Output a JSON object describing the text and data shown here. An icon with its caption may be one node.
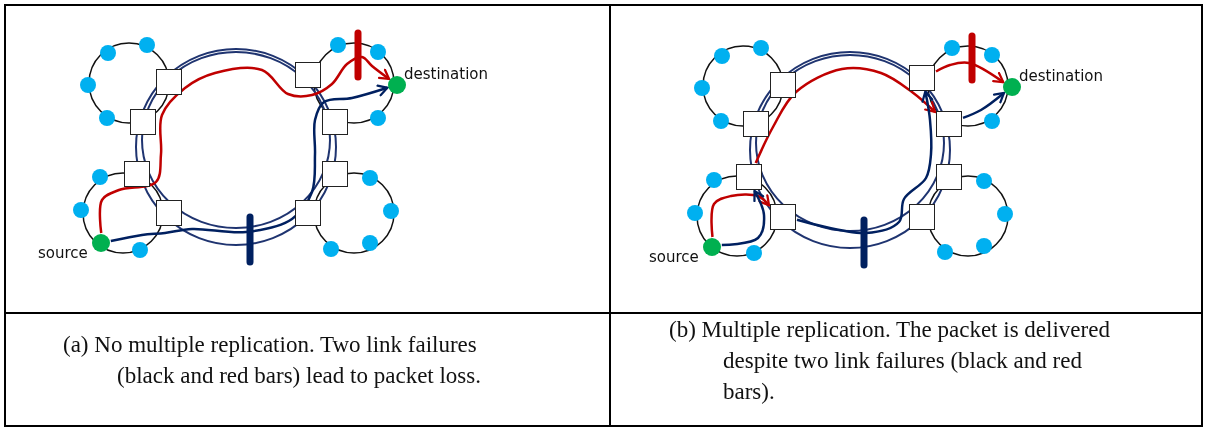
{
  "diagram": {
    "nodes": [
      {
        "text": [],
        "shape": "box"
      },
      {
        "text": [],
        "shape": "box"
      },
      {
        "text": [],
        "shape": "box"
      },
      {
        "text": [],
        "shape": "box"
      },
      {
        "text": [],
        "shape": "box"
      },
      {
        "text": [],
        "shape": "box"
      },
      {
        "text": [],
        "shape": "box"
      },
      {
        "text": [],
        "shape": "box"
      },
      {
        "text": [],
        "shape": "circle",
        "beside": [
          "destination"
        ]
      },
      {
        "text": [],
        "shape": "circle",
        "beside": [
          "source"
        ]
      },
      {
        "text": [],
        "shape": "box"
      },
      {
        "text": [],
        "shape": "box"
      },
      {
        "text": [],
        "shape": "box"
      },
      {
        "text": [],
        "shape": "box"
      },
      {
        "text": [],
        "shape": "box"
      },
      {
        "text": [],
        "shape": "box"
      },
      {
        "text": [],
        "shape": "box"
      },
      {
        "text": [],
        "shape": "box"
      },
      {
        "text": [],
        "shape": "circle",
        "beside": [
          "destination"
        ]
      },
      {
        "text": [],
        "shape": "circle",
        "beside": [
          "source"
        ]
      }
    ],
    "edges": [
      {
        "from": 9,
        "to": 8,
        "arrow": "to",
        "color": "#c00000"
      },
      {
        "from": 9,
        "to": 8,
        "arrow": "to",
        "color": "#002060"
      },
      {
        "from": 19,
        "to": 16,
        "arrow": "to",
        "color": "#c00000"
      },
      {
        "from": 14,
        "to": 13,
        "arrow": "to",
        "color": "#c00000"
      },
      {
        "from": 10,
        "to": 18,
        "arrow": "to",
        "color": "#c00000"
      },
      {
        "from": 19,
        "to": 14,
        "arrow": "to",
        "color": "#002060"
      },
      {
        "from": 16,
        "to": 10,
        "arrow": "to",
        "color": "#002060"
      },
      {
        "from": 13,
        "to": 18,
        "arrow": "to",
        "color": "#002060"
      }
    ],
    "labels": [
      "(a) No multiple replication. Two link failures (black and red bars) lead to packet loss.",
      "(b) Multiple replication. The packet is delivered despite two link failures (black and red bars)."
    ]
  }
}
